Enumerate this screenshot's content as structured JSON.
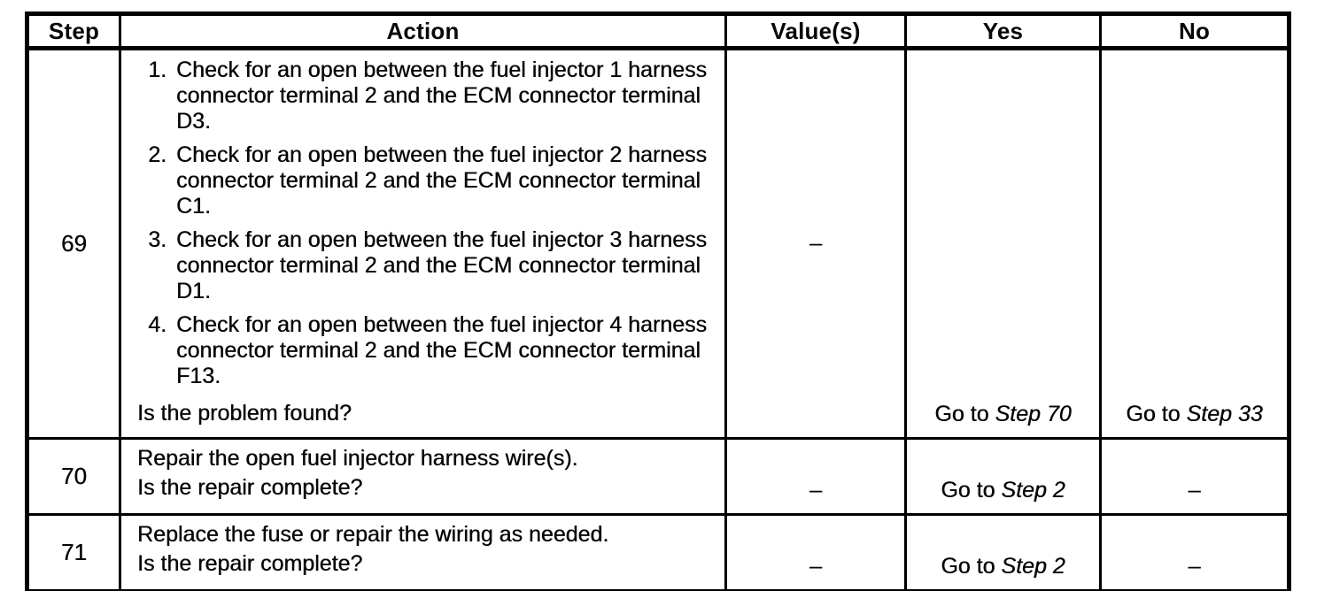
{
  "table": {
    "headers": {
      "step": "Step",
      "action": "Action",
      "values": "Value(s)",
      "yes": "Yes",
      "no": "No"
    },
    "rows": [
      {
        "step": "69",
        "actions": [
          "Check for an open between the fuel injector 1 harness connector terminal 2 and the ECM connector terminal D3.",
          "Check for an open between the fuel injector 2 harness connector terminal 2 and the ECM connector terminal C1.",
          "Check for an open between the fuel injector 3 harness connector terminal 2 and the ECM connector terminal D1.",
          "Check for an open between the fuel injector 4 harness connector terminal 2 and the ECM connector terminal F13."
        ],
        "question": "Is the problem found?",
        "value": "–",
        "yes": {
          "prefix": "Go to ",
          "target": "Step 70"
        },
        "no": {
          "prefix": "Go to ",
          "target": "Step 33"
        }
      },
      {
        "step": "70",
        "action": "Repair the open fuel injector harness wire(s).",
        "question": "Is the repair complete?",
        "value": "–",
        "yes": {
          "prefix": "Go to ",
          "target": "Step 2"
        },
        "no": {
          "prefix": "–",
          "target": ""
        }
      },
      {
        "step": "71",
        "action": "Replace the fuse or repair the wiring as needed.",
        "question": "Is the repair complete?",
        "value": "–",
        "yes": {
          "prefix": "Go to ",
          "target": "Step 2"
        },
        "no": {
          "prefix": "–",
          "target": ""
        }
      }
    ]
  }
}
